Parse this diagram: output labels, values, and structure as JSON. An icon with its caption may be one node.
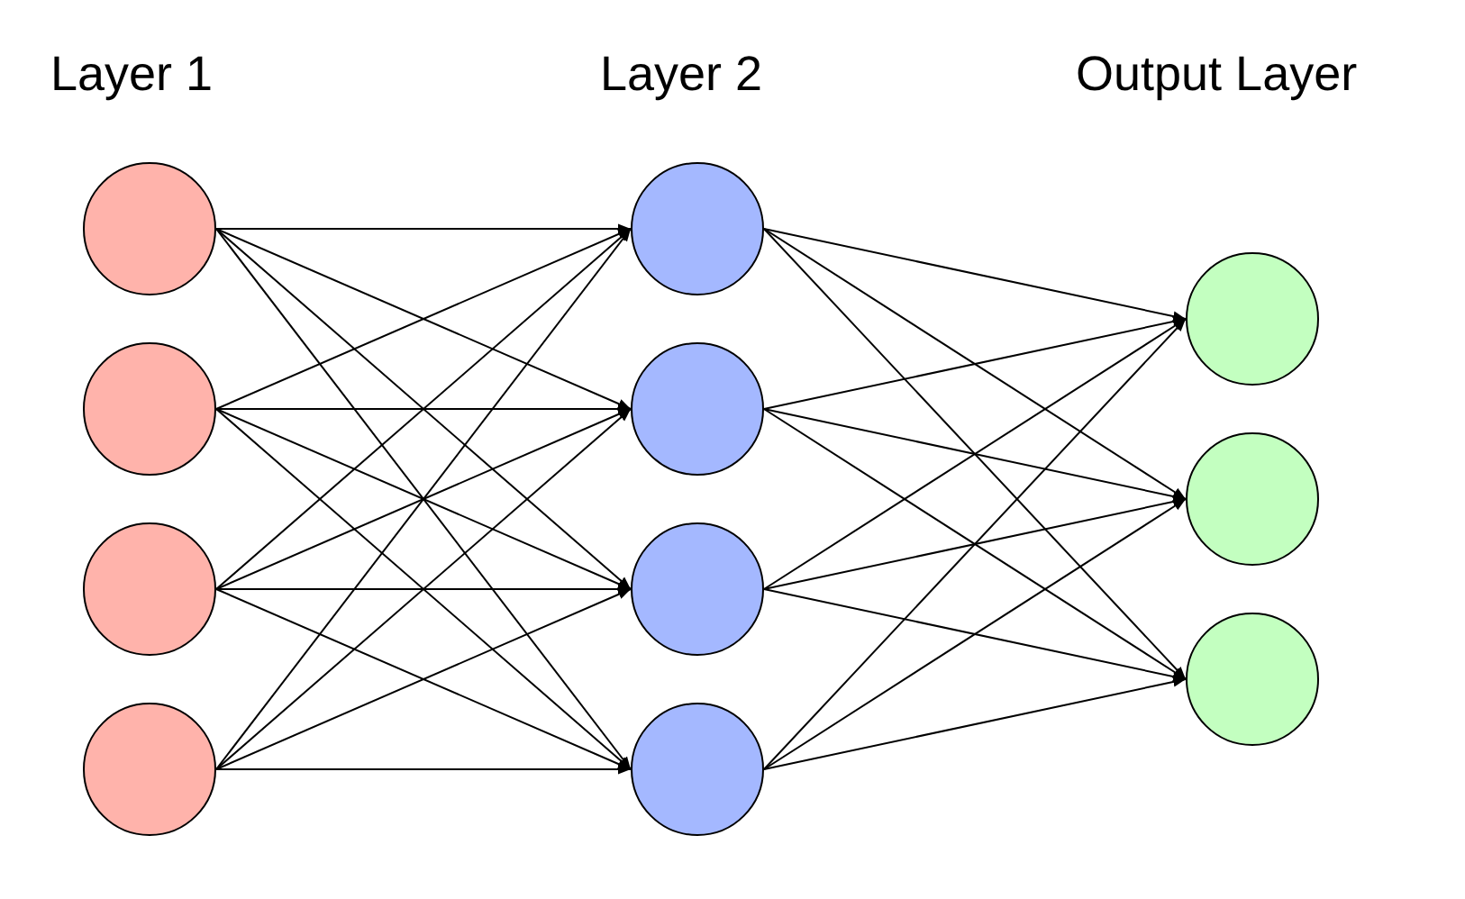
{
  "diagram": {
    "nodes": [
      {
        "text": [],
        "shape": "circle"
      },
      {
        "text": [],
        "shape": "circle"
      },
      {
        "text": [],
        "shape": "circle"
      },
      {
        "text": [],
        "shape": "circle"
      },
      {
        "text": [],
        "shape": "circle"
      },
      {
        "text": [],
        "shape": "circle"
      },
      {
        "text": [],
        "shape": "circle"
      },
      {
        "text": [],
        "shape": "circle"
      },
      {
        "text": [],
        "shape": "circle"
      },
      {
        "text": [],
        "shape": "circle"
      },
      {
        "text": [],
        "shape": "circle"
      }
    ],
    "edges": [
      {
        "from": 0,
        "to": 4,
        "arrow": "to"
      },
      {
        "from": 0,
        "to": 5,
        "arrow": "to"
      },
      {
        "from": 0,
        "to": 6,
        "arrow": "to"
      },
      {
        "from": 0,
        "to": 7,
        "arrow": "to"
      },
      {
        "from": 1,
        "to": 4,
        "arrow": "to"
      },
      {
        "from": 1,
        "to": 5,
        "arrow": "to"
      },
      {
        "from": 1,
        "to": 6,
        "arrow": "to"
      },
      {
        "from": 1,
        "to": 7,
        "arrow": "to"
      },
      {
        "from": 2,
        "to": 4,
        "arrow": "to"
      },
      {
        "from": 2,
        "to": 5,
        "arrow": "to"
      },
      {
        "from": 2,
        "to": 6,
        "arrow": "to"
      },
      {
        "from": 2,
        "to": 7,
        "arrow": "to"
      },
      {
        "from": 3,
        "to": 4,
        "arrow": "to"
      },
      {
        "from": 3,
        "to": 5,
        "arrow": "to"
      },
      {
        "from": 3,
        "to": 6,
        "arrow": "to"
      },
      {
        "from": 3,
        "to": 7,
        "arrow": "to"
      },
      {
        "from": 4,
        "to": 8,
        "arrow": "to"
      },
      {
        "from": 4,
        "to": 9,
        "arrow": "to"
      },
      {
        "from": 4,
        "to": 10,
        "arrow": "to"
      },
      {
        "from": 5,
        "to": 8,
        "arrow": "to"
      },
      {
        "from": 5,
        "to": 9,
        "arrow": "to"
      },
      {
        "from": 5,
        "to": 10,
        "arrow": "to"
      },
      {
        "from": 6,
        "to": 8,
        "arrow": "to"
      },
      {
        "from": 6,
        "to": 9,
        "arrow": "to"
      },
      {
        "from": 6,
        "to": 10,
        "arrow": "to"
      },
      {
        "from": 7,
        "to": 8,
        "arrow": "to"
      },
      {
        "from": 7,
        "to": 9,
        "arrow": "to"
      },
      {
        "from": 7,
        "to": 10,
        "arrow": "to"
      }
    ],
    "labels": [
      "Layer 1",
      "Layer 2",
      "Output Layer"
    ]
  }
}
